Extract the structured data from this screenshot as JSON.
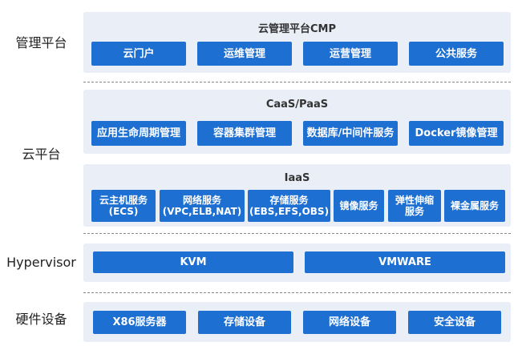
{
  "rows": {
    "management": "管理平台",
    "cloud": "云平台",
    "hypervisor": "Hypervisor",
    "hardware": "硬件设备"
  },
  "cmp": {
    "title": "云管理平台CMP",
    "items": [
      "云门户",
      "运维管理",
      "运营管理",
      "公共服务"
    ]
  },
  "caas": {
    "title": "CaaS/PaaS",
    "items": [
      "应用生命周期管理",
      "容器集群管理",
      "数据库/中间件服务",
      "Docker镜像管理"
    ]
  },
  "iaas": {
    "title": "IaaS",
    "items": [
      {
        "line1": "云主机服务",
        "line2": "(ECS)"
      },
      {
        "line1": "网络服务",
        "line2": "(VPC,ELB,NAT)"
      },
      {
        "line1": "存储服务",
        "line2": "(EBS,EFS,OBS)"
      },
      {
        "line1": "镜像服务",
        "line2": ""
      },
      {
        "line1": "弹性伸缩",
        "line2": "服务"
      },
      {
        "line1": "裸金属服务",
        "line2": ""
      }
    ]
  },
  "hyper": {
    "items": [
      "KVM",
      "VMWARE"
    ]
  },
  "hw": {
    "items": [
      "X86服务器",
      "存储设备",
      "网络设备",
      "安全设备"
    ]
  }
}
